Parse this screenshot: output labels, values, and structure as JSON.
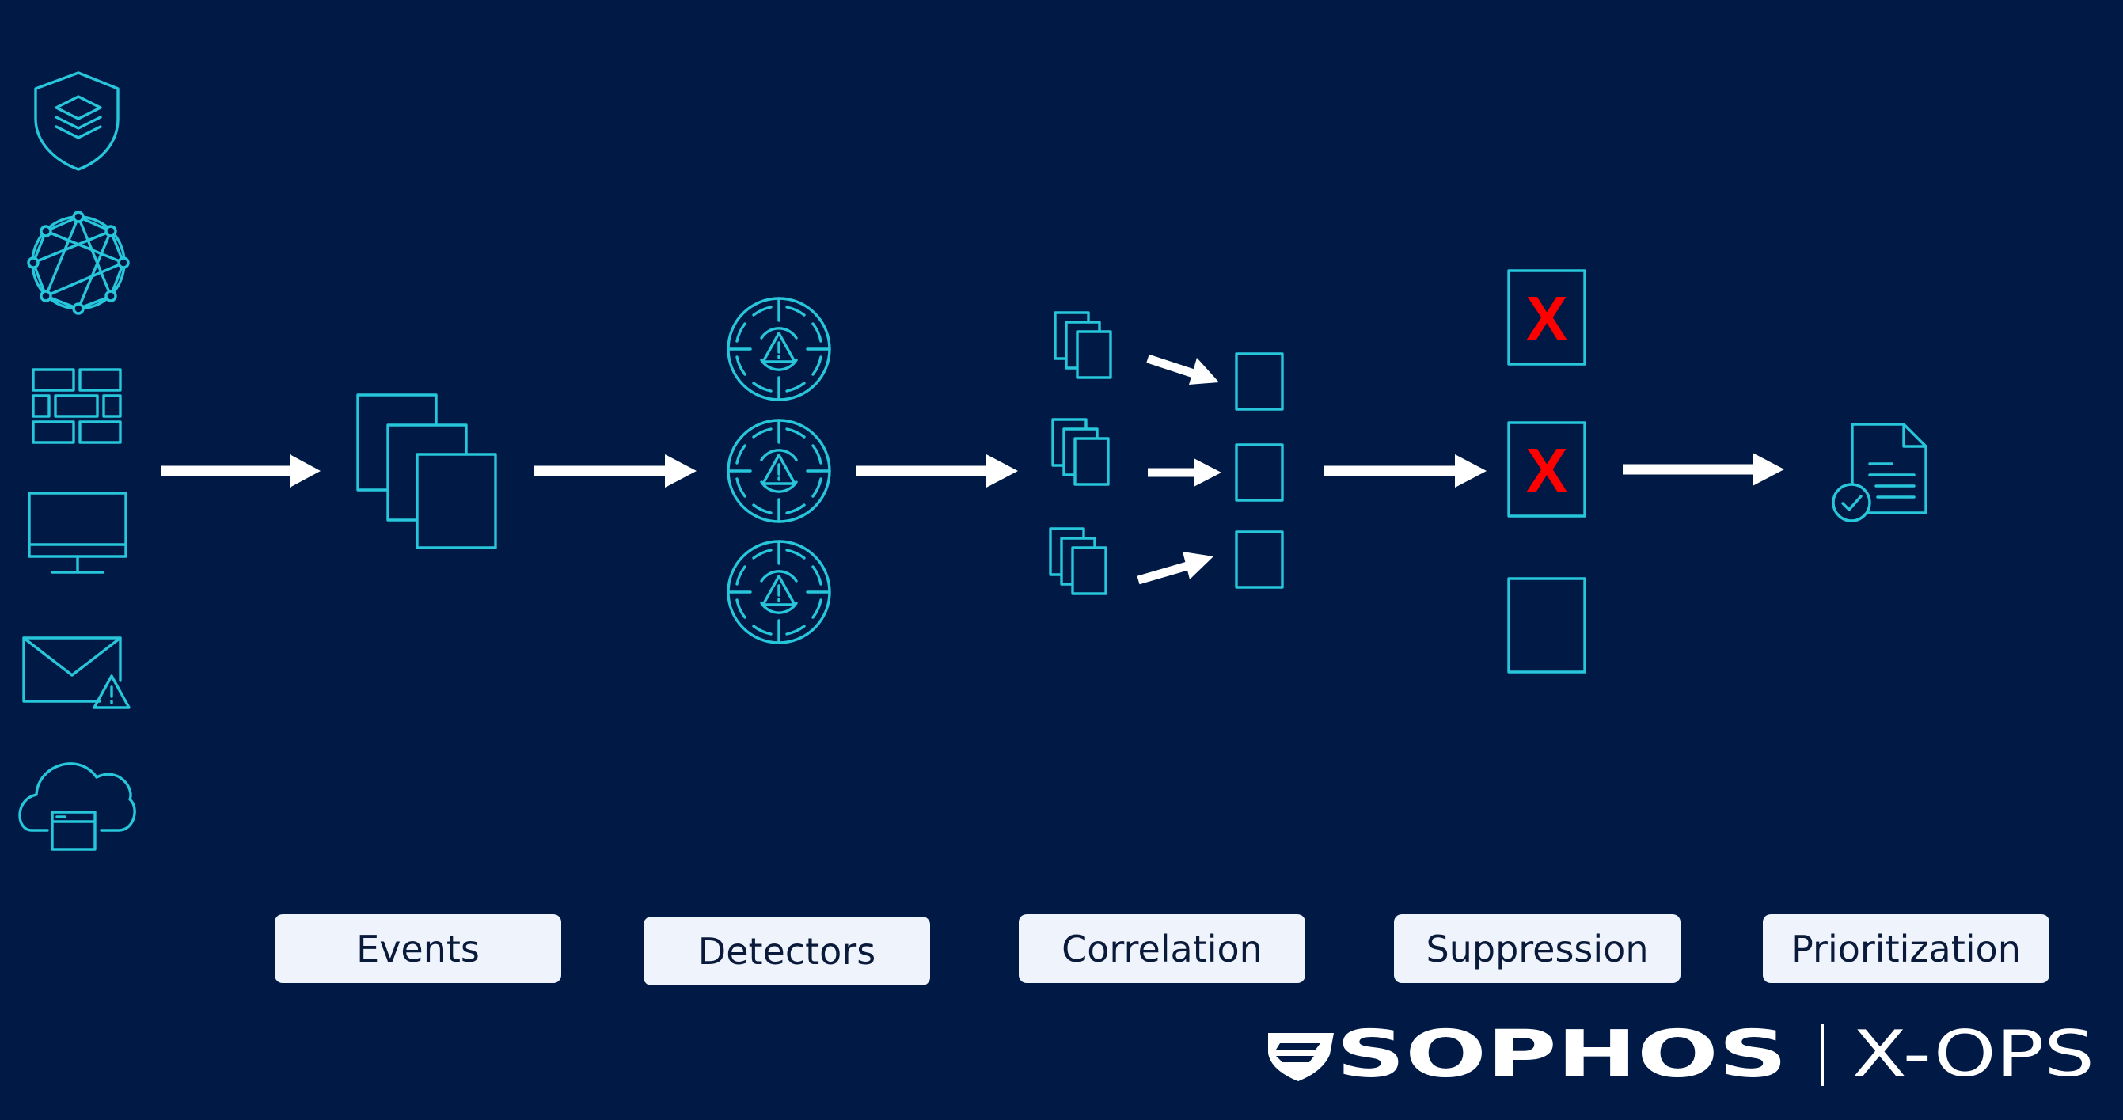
{
  "colors": {
    "background": "#001a45",
    "icon_stroke": "#27c6da",
    "arrow": "#ffffff",
    "label_fill": "#eef3fc",
    "label_text": "#0a1a3a",
    "suppressed_mark": "#ff0000",
    "brand_text": "#ffffff"
  },
  "sources": {
    "icons": [
      "shield-layers-icon",
      "network-globe-icon",
      "firewall-icon",
      "monitor-icon",
      "email-alert-icon",
      "cloud-app-icon"
    ]
  },
  "stages": [
    {
      "label": "Events",
      "icon": "stacked-documents-icon"
    },
    {
      "label": "Detectors",
      "icon": "target-alert-icon"
    },
    {
      "label": "Correlation",
      "icon": "documents-to-cases-icon"
    },
    {
      "label": "Suppression",
      "icon": "suppressed-case-icon"
    },
    {
      "label": "Prioritization",
      "icon": "verified-document-icon"
    }
  ],
  "suppression": {
    "mark": "X",
    "marked_boxes": 2,
    "total_boxes": 3
  },
  "brand": {
    "logo_text": "SOPHOS",
    "product": "X-OPS",
    "icon": "sophos-shield-icon"
  }
}
